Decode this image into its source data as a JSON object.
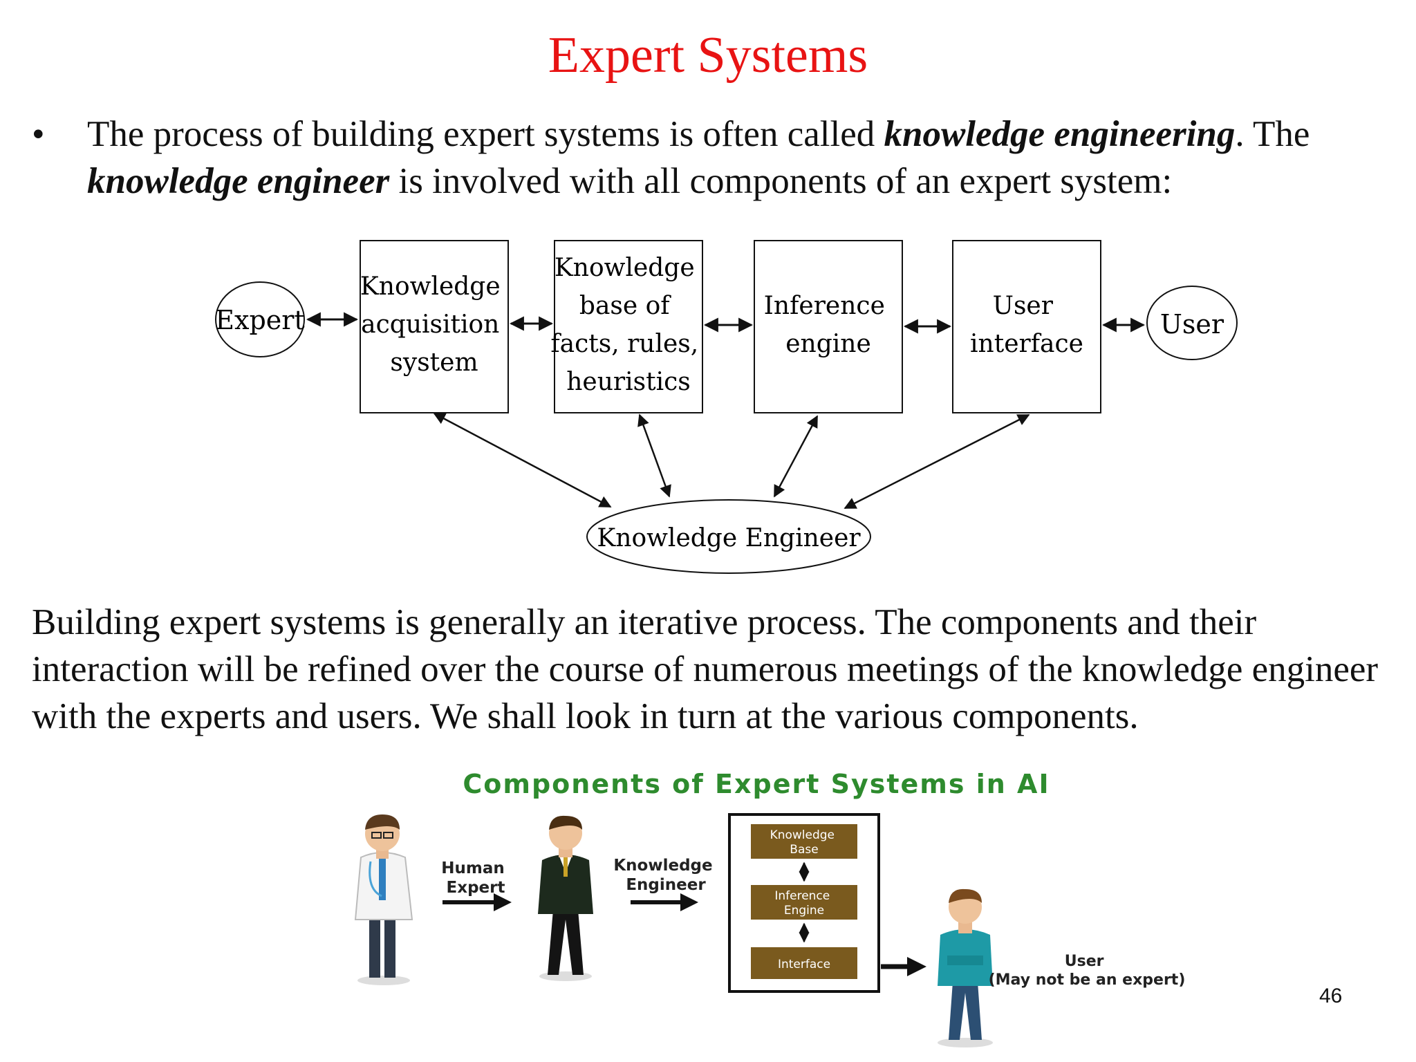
{
  "slide": {
    "title": "Expert Systems",
    "bullet": {
      "marker": "•",
      "part1": "The process of building expert systems is often called ",
      "term1": "knowledge engineering",
      "part2": ". The ",
      "term2": "knowledge engineer",
      "part3": " is involved with all components of an expert system:"
    },
    "paragraph": "Building expert systems is generally an iterative process. The components and their interaction will be refined over the course of numerous meetings of the knowledge engineer with the experts and users. We shall look in turn at the various components.",
    "page_number": "46"
  },
  "diagram": {
    "expert": "Expert",
    "kas": [
      "Knowledge",
      "acquisition",
      "system"
    ],
    "kb": [
      "Knowledge",
      "base of",
      "facts, rules,",
      "heuristics"
    ],
    "inference": [
      "Inference",
      "engine"
    ],
    "ui": [
      "User",
      "interface"
    ],
    "user": "User",
    "engineer": "Knowledge Engineer"
  },
  "infographic": {
    "title": "Components of Expert Systems in AI",
    "title_color": "#2e8b2e",
    "arrow1": [
      "Human",
      "Expert"
    ],
    "arrow2": [
      "Knowledge",
      "Engineer"
    ],
    "box": {
      "kb": [
        "Knowledge",
        "Base"
      ],
      "ie": [
        "Inference",
        "Engine"
      ],
      "iface": "Interface",
      "block_color": "#7a5a1e"
    },
    "user_label": [
      "User",
      "(May not be an expert)"
    ],
    "figures": [
      "doctor-figure",
      "engineer-figure",
      "user-figure"
    ]
  }
}
